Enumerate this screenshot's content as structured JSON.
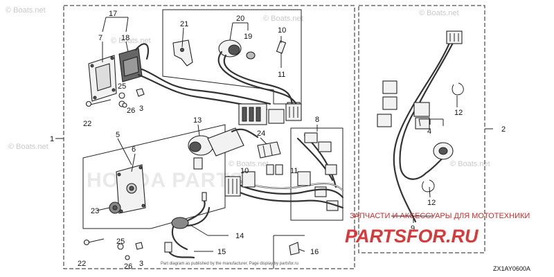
{
  "diagram": {
    "code": "ZX1AY0600A",
    "callouts": {
      "c1": "1",
      "c2": "2",
      "c3a": "3",
      "c3b": "3",
      "c4": "4",
      "c5": "5",
      "c6": "6",
      "c7": "7",
      "c8": "8",
      "c9": "9",
      "c10a": "10",
      "c10b": "10",
      "c11a": "11",
      "c11b": "11",
      "c12a": "12",
      "c12b": "12",
      "c13": "13",
      "c14": "14",
      "c15": "15",
      "c16": "16",
      "c17": "17",
      "c18": "18",
      "c19": "19",
      "c20": "20",
      "c21": "21",
      "c22a": "22",
      "c22b": "22",
      "c23": "23",
      "c24": "24",
      "c25a": "25",
      "c25b": "25",
      "c26a": "26",
      "c26b": "26"
    },
    "footnote": "Part diagram as published by the manufacturer. Page display by partsfor.ru"
  },
  "watermarks": [
    "© Boats.net",
    "© Boats.net",
    "© Boats.net",
    "© Boats.net",
    "© Boats.net",
    "© Boats.net",
    "© Boats.net"
  ],
  "brand": {
    "tagline": "ЗАПЧАСТИ И АКСЕССУАРЫ ДЛЯ МОТОТЕХНИКИ",
    "name": "PARTSFOR.RU",
    "color": "#d63a3a"
  }
}
